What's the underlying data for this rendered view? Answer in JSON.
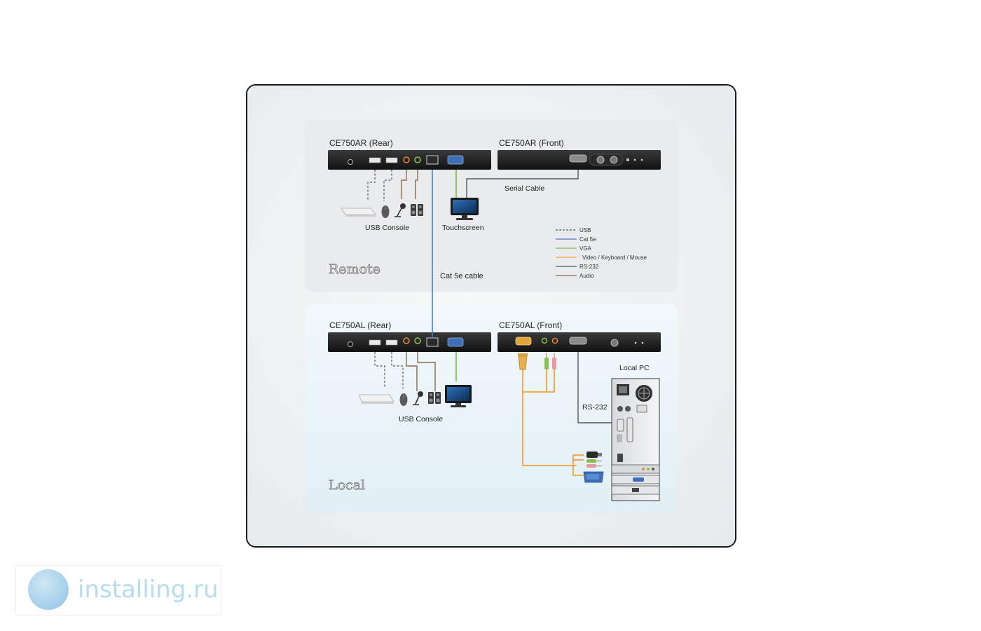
{
  "remote": {
    "label": "Remote",
    "rear_title": "CE750AR (Rear)",
    "front_title": "CE750AR (Front)",
    "serial_cable": "Serial Cable",
    "usb_console": "USB Console",
    "touchscreen": "Touchscreen"
  },
  "link": {
    "cat5e_cable": "Cat 5e cable"
  },
  "legend": [
    {
      "label": "USB",
      "color": "#555555",
      "style": "dashed"
    },
    {
      "label": "Cat 5e",
      "color": "#4a7fc1",
      "style": "solid"
    },
    {
      "label": "VGA",
      "color": "#7ab648",
      "style": "solid"
    },
    {
      "label": "Video / Keyboard / Mouse",
      "color": "#f2a33a",
      "style": "solid"
    },
    {
      "label": "RS-232",
      "color": "#555555",
      "style": "solid"
    },
    {
      "label": "Audio",
      "color": "#8b6a47",
      "style": "solid"
    }
  ],
  "local": {
    "label": "Local",
    "rear_title": "CE750AL (Rear)",
    "front_title": "CE750AL (Front)",
    "usb_console": "USB Console",
    "local_pc": "Local PC",
    "rs232": "RS-232"
  },
  "watermark": {
    "text": "installing.ru"
  }
}
